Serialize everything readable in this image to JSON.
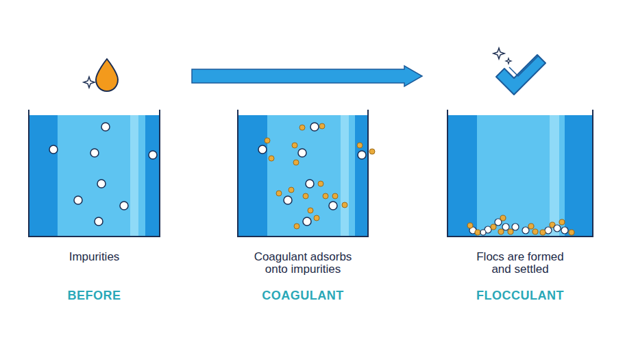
{
  "diagram": {
    "nodes": [
      {
        "text": [
          "Impurities",
          "BEFORE"
        ]
      },
      {
        "text": [
          "Coagulant adsorbs onto impurities",
          "COAGULANT"
        ]
      },
      {
        "text": [
          "Flocs are formed and settled",
          "FLOCCULANT"
        ]
      }
    ]
  }
}
